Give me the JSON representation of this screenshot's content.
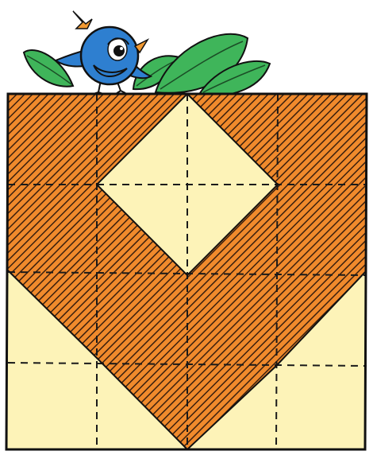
{
  "colors": {
    "background": "#ffffff",
    "cream": "#fdf3b8",
    "brown": "#a5501f",
    "hatch_orange": "#f08a2c",
    "hatch_dark": "#3a1f0e",
    "outline": "#111111",
    "grid_dash": "#1a1a1a",
    "leaf_fill": "#3fb55a",
    "leaf_vein": "#1b4d26",
    "bird_blue": "#2e7fd0",
    "bird_crest": "#f29a32",
    "bird_beak": "#f29a32",
    "bird_eye_white": "#ffffff"
  },
  "icons": [
    "bird-icon",
    "leaf-icon"
  ],
  "figure": {
    "grid": {
      "rows": 4,
      "cols": 4,
      "dashed_gridlines": true
    },
    "shape": "quilt-block heart/arrow with cream diamond window",
    "shaded_pattern": "diagonal hatch"
  }
}
